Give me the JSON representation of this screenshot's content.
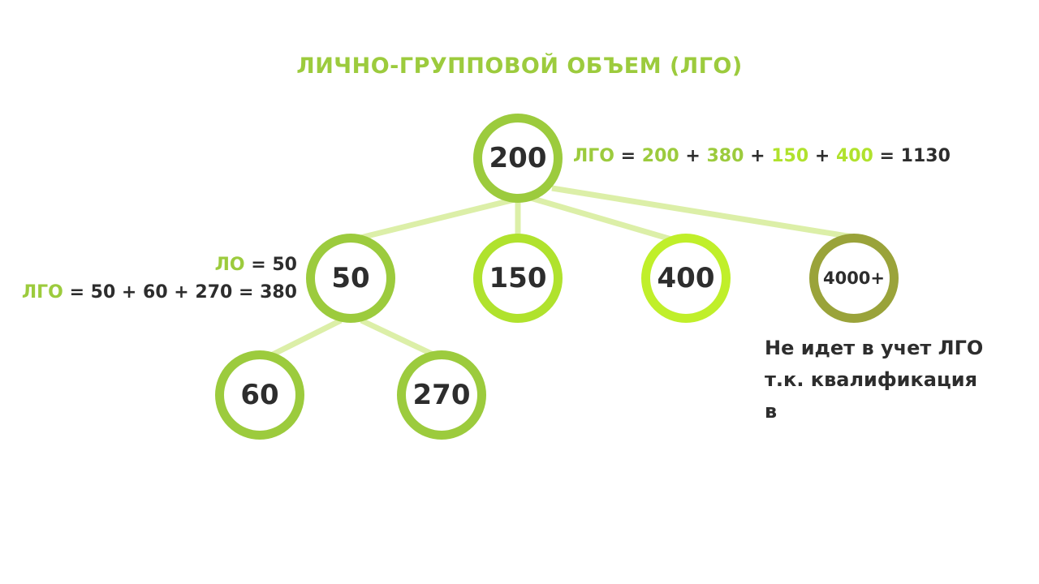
{
  "title": "ЛИЧНО-ГРУППОВОЙ ОБЪЕМ (ЛГО)",
  "colors": {
    "green": "#9ccb3d",
    "lime": "#b8ea2a",
    "olive": "#9aa33a",
    "link": "#dcefa8",
    "text": "#2d2d2d"
  },
  "nodes": {
    "root": "200",
    "n50": "50",
    "n150": "150",
    "n400": "400",
    "n4000": "4000+",
    "n60": "60",
    "n270": "270"
  },
  "root_formula": {
    "label": "ЛГО",
    "eq1": "=",
    "a": "200",
    "plus1": "+",
    "b": "380",
    "plus2": "+",
    "c": "150",
    "plus3": "+",
    "d": "400",
    "eq2": "=",
    "total": "1130"
  },
  "left_formula": {
    "lo_label": "ЛО",
    "lo_value": "= 50",
    "lgo_label": "ЛГО",
    "lgo_value": "= 50 + 60 + 270 = 380"
  },
  "note": "Не идет в учет ЛГО\nт.к. квалификация\nв"
}
